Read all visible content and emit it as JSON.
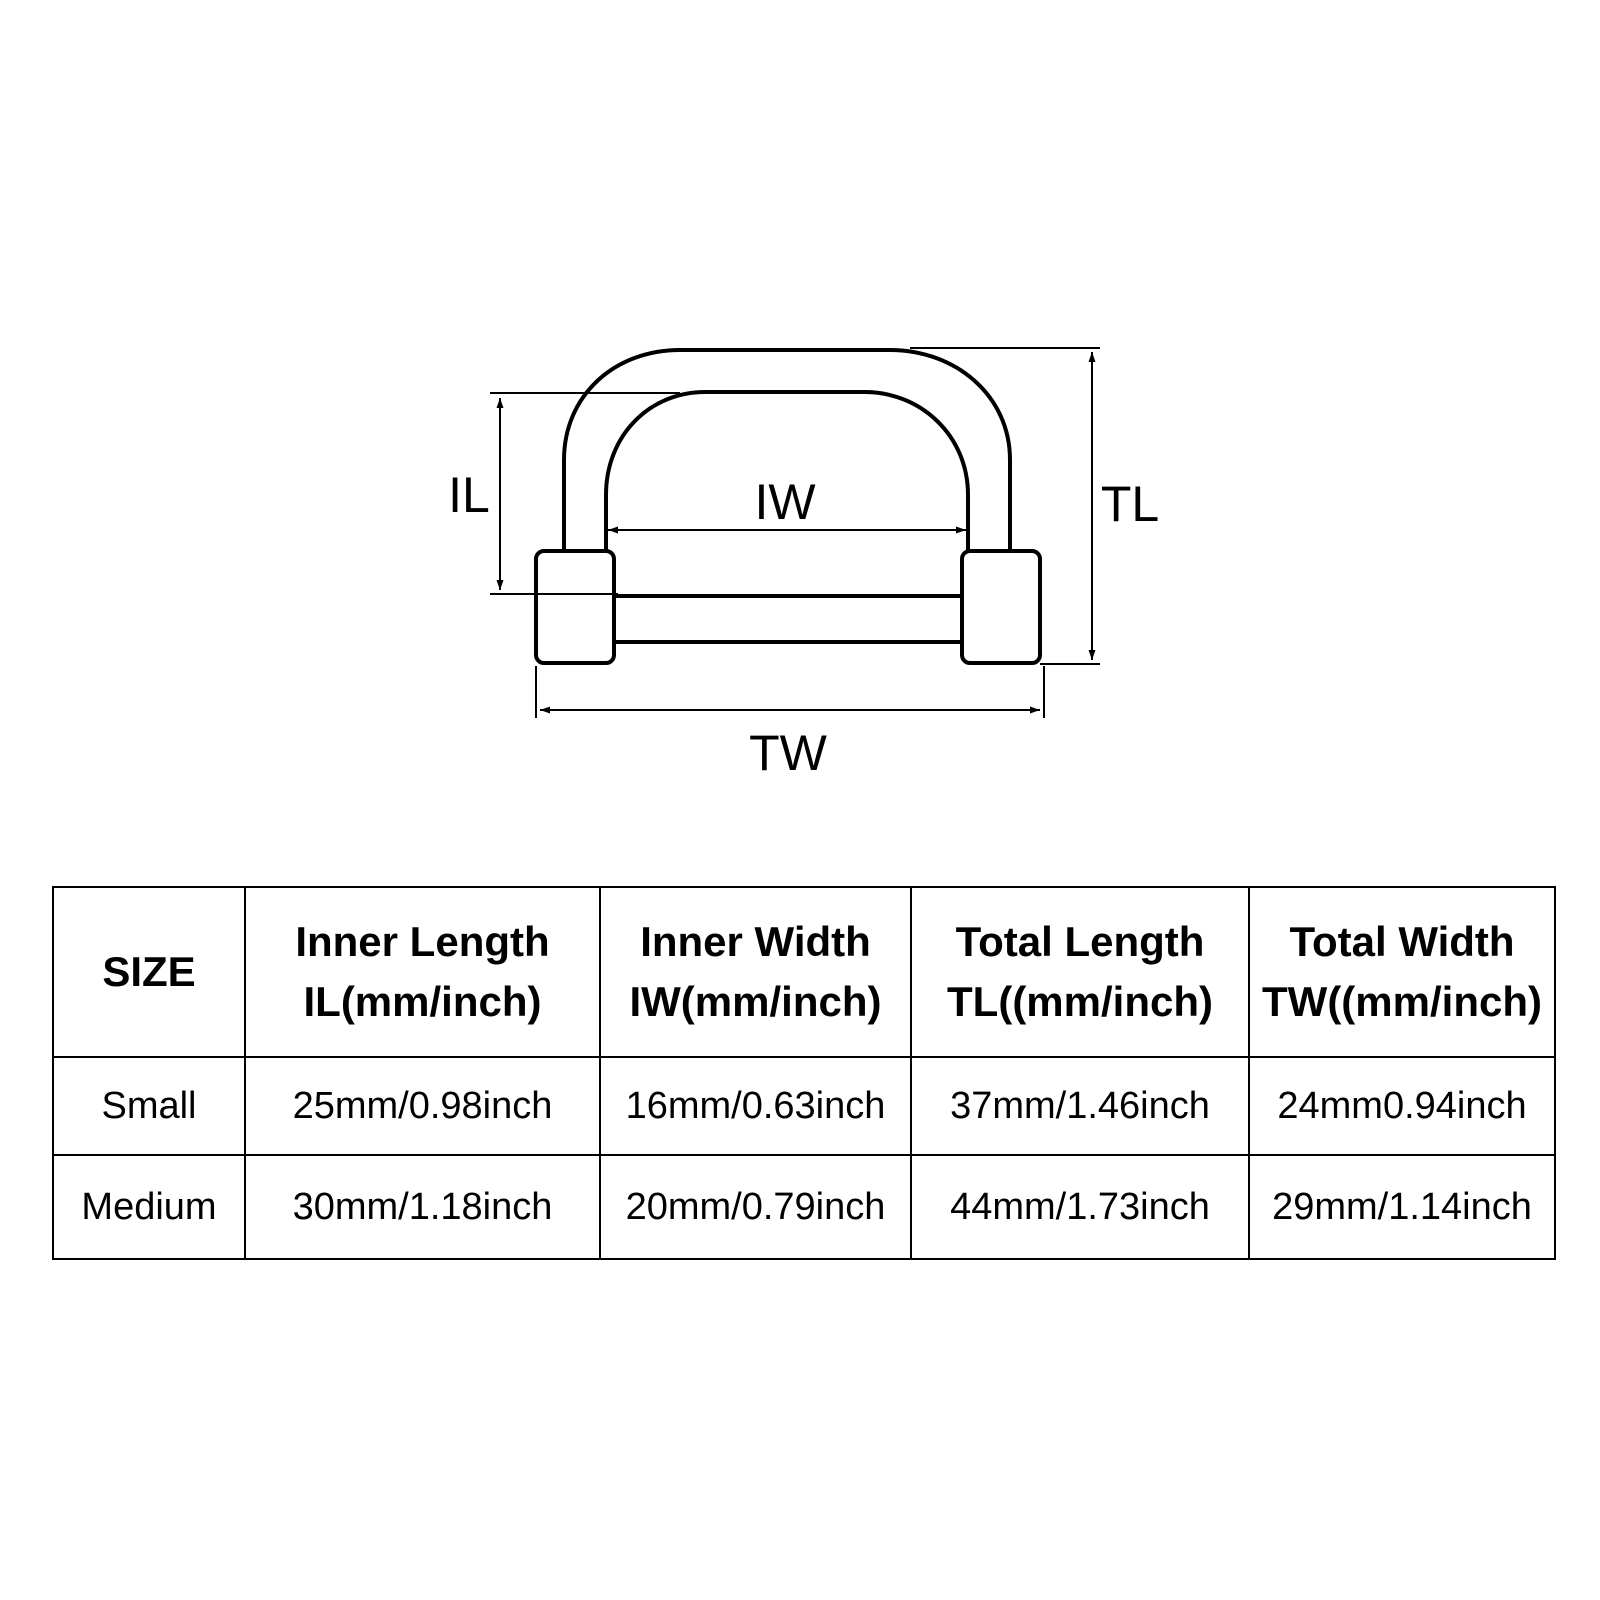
{
  "diagram": {
    "labels": {
      "inner_length": "IL",
      "inner_width": "IW",
      "total_length": "TL",
      "total_width": "TW"
    },
    "colors": {
      "stroke": "#000000",
      "background": "#ffffff"
    }
  },
  "table": {
    "headers": [
      {
        "line1": "SIZE",
        "line2": ""
      },
      {
        "line1": "Inner Length",
        "line2": "IL(mm/inch)"
      },
      {
        "line1": "Inner Width",
        "line2": "IW(mm/inch)"
      },
      {
        "line1": "Total Length",
        "line2": "TL((mm/inch)"
      },
      {
        "line1": "Total Width",
        "line2": "TW((mm/inch)"
      }
    ],
    "rows": [
      {
        "size": "Small",
        "il": "25mm/0.98inch",
        "iw": "16mm/0.63inch",
        "tl": "37mm/1.46inch",
        "tw": "24mm0.94inch"
      },
      {
        "size": "Medium",
        "il": "30mm/1.18inch",
        "iw": "20mm/0.79inch",
        "tl": "44mm/1.73inch",
        "tw": "29mm/1.14inch"
      }
    ]
  }
}
